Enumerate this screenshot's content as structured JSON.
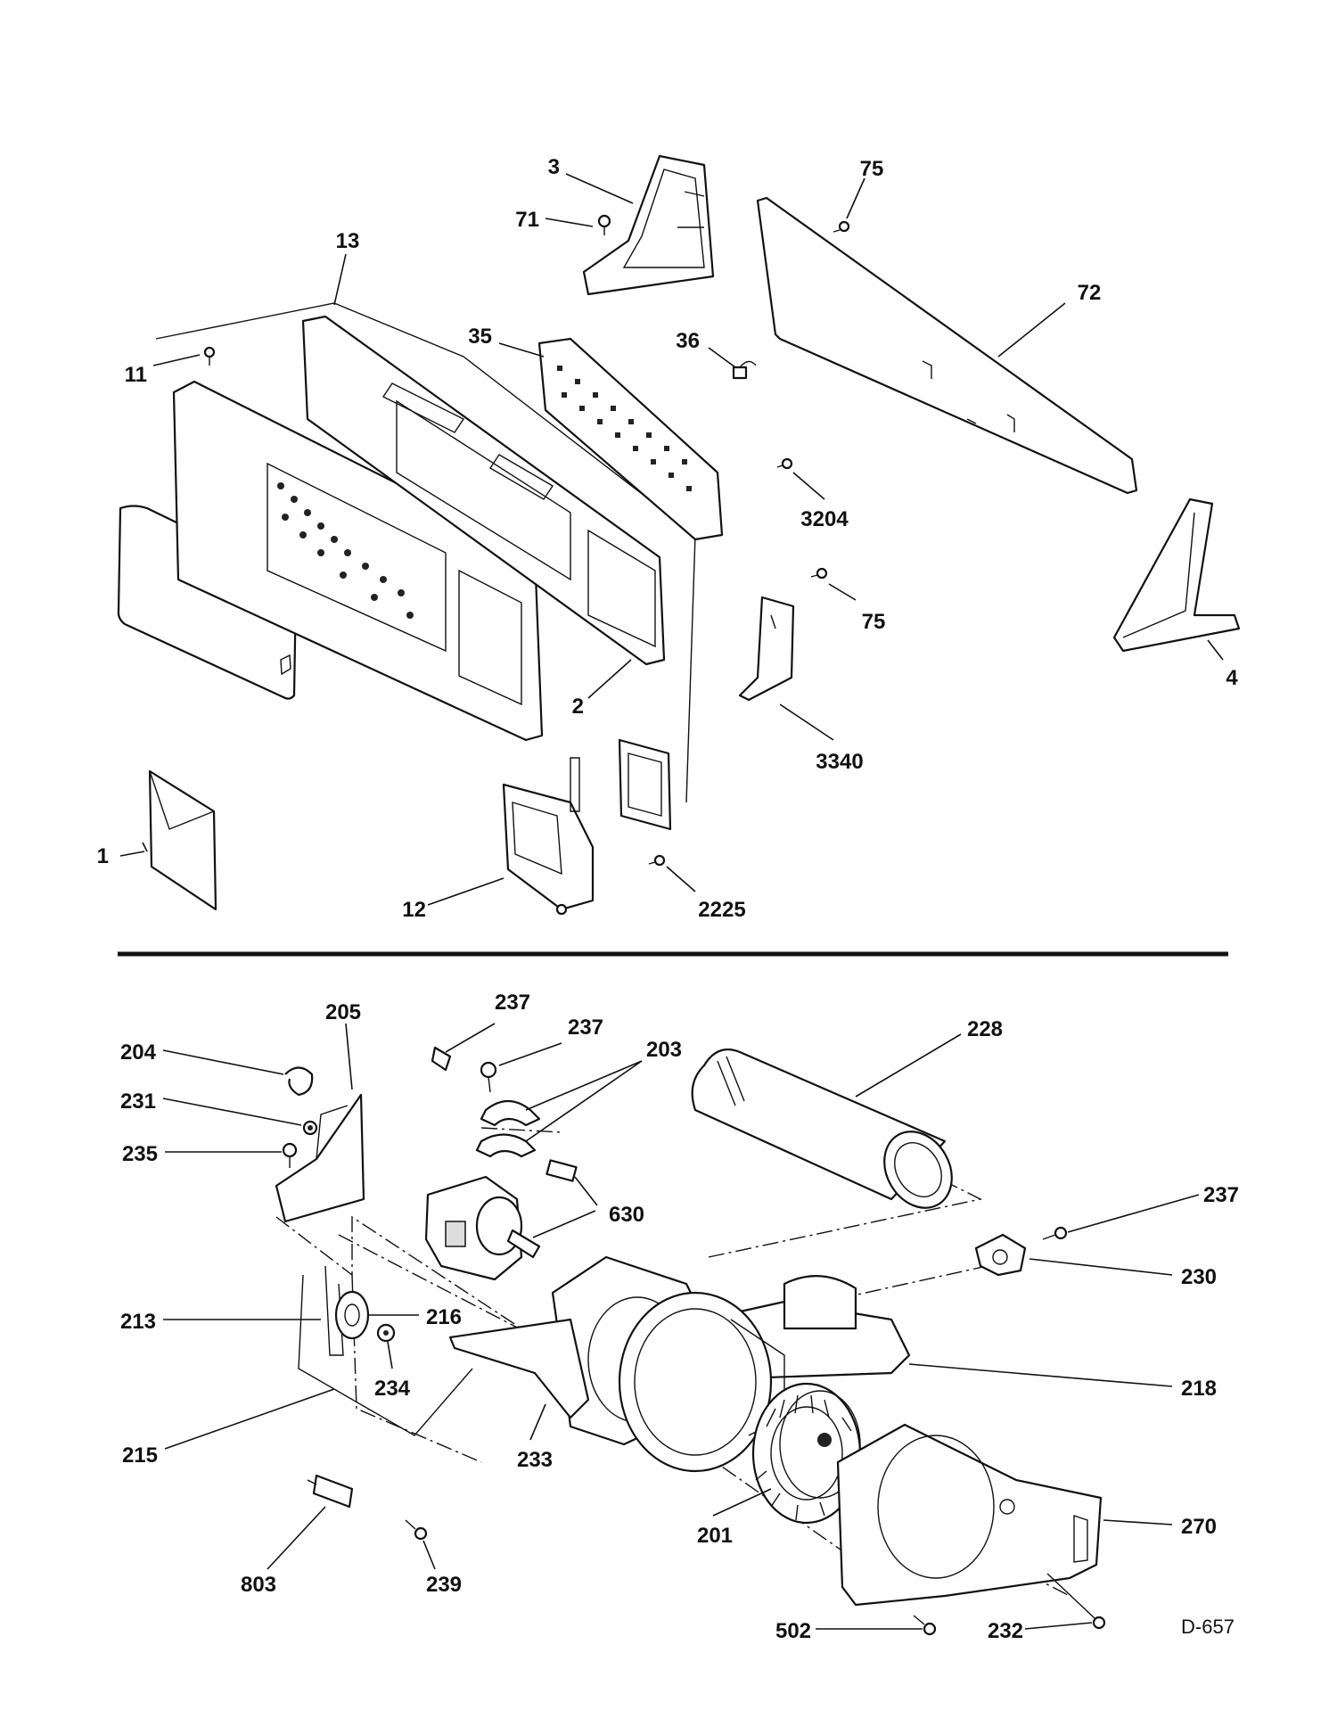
{
  "diagram_code": "D-657",
  "callouts": {
    "c1": "1",
    "c2": "2",
    "c3": "3",
    "c4": "4",
    "c11": "11",
    "c12": "12",
    "c13": "13",
    "c35": "35",
    "c36": "36",
    "c71": "71",
    "c72": "72",
    "c75a": "75",
    "c75b": "75",
    "c3204": "3204",
    "c3340": "3340",
    "c2225": "2225",
    "c201": "201",
    "c203": "203",
    "c204": "204",
    "c205": "205",
    "c213": "213",
    "c215": "215",
    "c216": "216",
    "c218": "218",
    "c228": "228",
    "c230": "230",
    "c231": "231",
    "c232": "232",
    "c233": "233",
    "c234": "234",
    "c235": "235",
    "c237a": "237",
    "c237b": "237",
    "c237c": "237",
    "c239": "239",
    "c270": "270",
    "c502": "502",
    "c630": "630",
    "c803": "803"
  }
}
